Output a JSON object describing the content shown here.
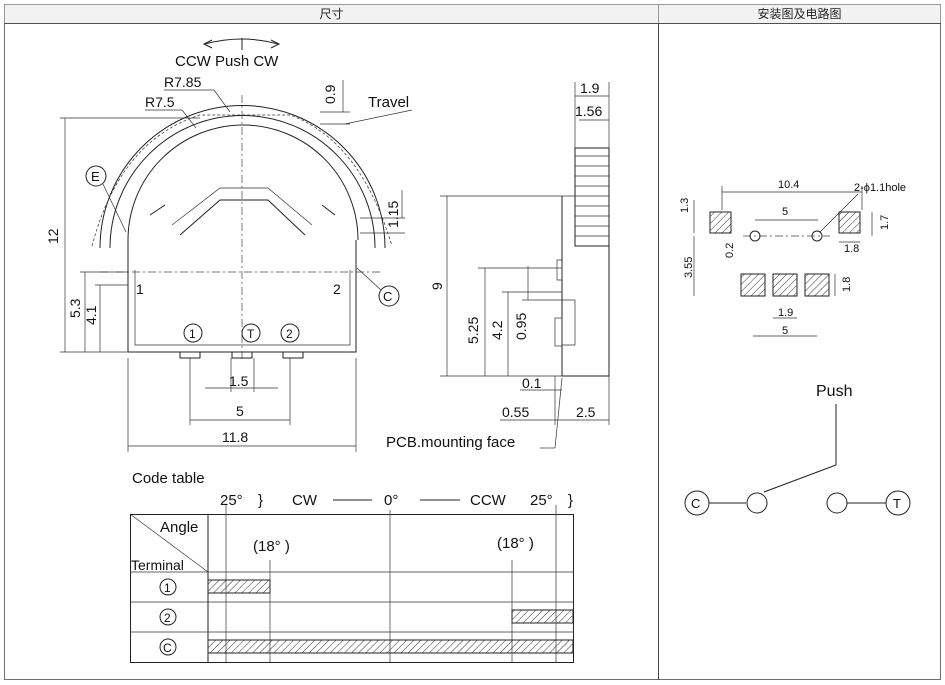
{
  "headers": {
    "left": "尺寸",
    "right": "安装图及电路图"
  },
  "front_view": {
    "rotation_label": "CCW  Push  CW",
    "radius_outer": "R7.85",
    "radius_inner": "R7.5",
    "dim_top": "0.9",
    "travel": "Travel",
    "dim_right": "1.15",
    "dim_height": "12",
    "dim_53": "5.3",
    "dim_41": "4.1",
    "pin_1": "1",
    "pin_2": "2",
    "mark_e": "E",
    "mark_c": "C",
    "term_1": "1",
    "term_t": "T",
    "term_2": "2",
    "dim_15": "1.5",
    "dim_5": "5",
    "dim_118": "11.8"
  },
  "side_view": {
    "dim_19": "1.9",
    "dim_156": "1.56",
    "dim_9": "9",
    "dim_525": "5.25",
    "dim_42": "4.2",
    "dim_095": "0.95",
    "dim_01": "0.1",
    "dim_055": "0.55",
    "dim_25": "2.5",
    "pcb_face": "PCB.mounting face"
  },
  "code_table": {
    "title": "Code table",
    "scale": {
      "left_angle": "25°",
      "cw": "CW",
      "zero": "0°",
      "ccw": "CCW",
      "right_angle": "25°"
    },
    "angle_header": "Angle",
    "terminal_header": "Terminal",
    "note_left": "(18° )",
    "note_right": "(18° )",
    "rows": [
      "1",
      "2",
      "C"
    ]
  },
  "mounting": {
    "dim_104": "10.4",
    "hole": "2-ϕ1.1hole",
    "dim_5_top": "5",
    "dim_13": "1.3",
    "dim_17": "1.7",
    "dim_02": "0.2",
    "dim_18a": "1.8",
    "dim_355": "3.55",
    "dim_18b": "1.8",
    "dim_19": "1.9",
    "dim_5_bottom": "5"
  },
  "circuit": {
    "push": "Push",
    "c": "C",
    "t": "T"
  }
}
